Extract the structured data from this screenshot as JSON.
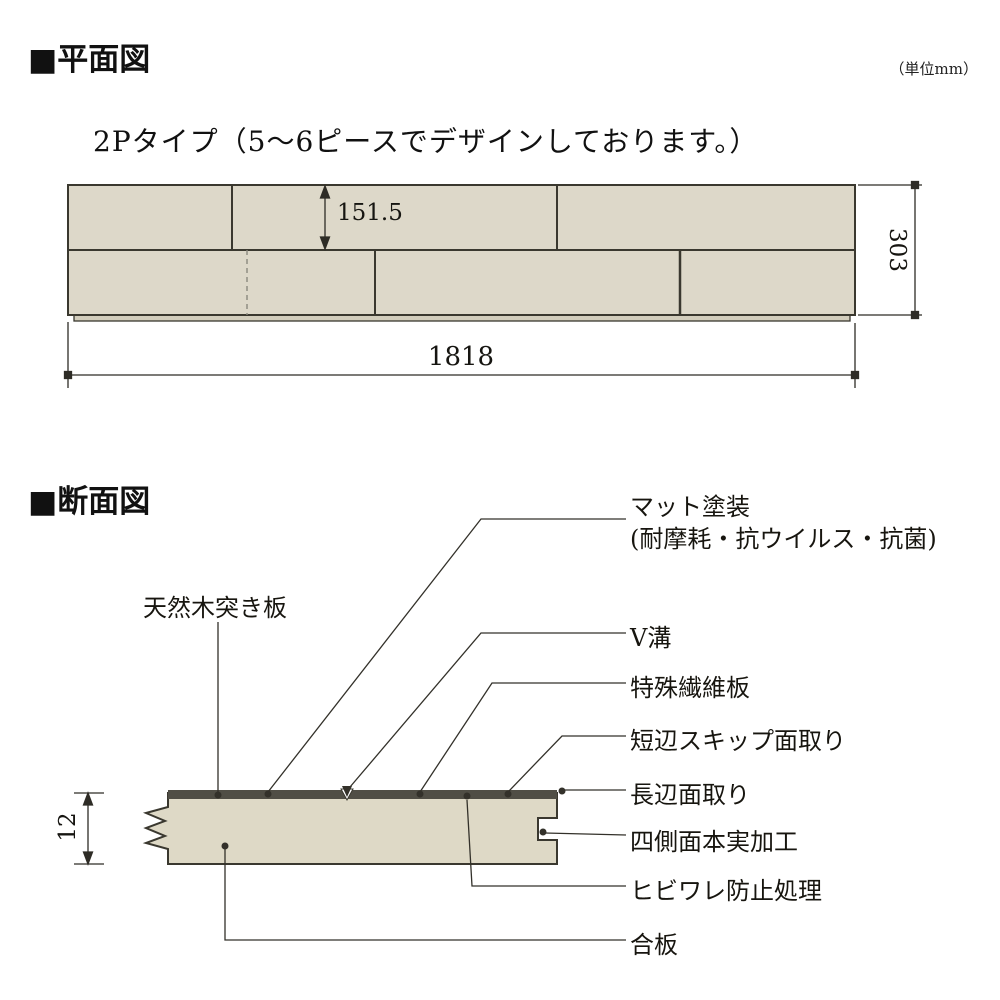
{
  "page": {
    "unit_note": "（単位mm）",
    "colors": {
      "plank_fill": "#ddd8c9",
      "plank_edge_strip": "#d2cdbc",
      "outline": "#3a382f",
      "veneer_band": "#504e45",
      "text": "#17150f"
    }
  },
  "plan_view": {
    "heading": "■平面図",
    "subtitle": "2Pタイプ（5〜6ピースでデザインしております。）",
    "dimensions": {
      "piece_width": "151.5",
      "total_width": "303",
      "total_length": "1818"
    }
  },
  "cross_section": {
    "heading": "■断面図",
    "dimensions": {
      "thickness": "12"
    },
    "labels": {
      "veneer": "天然木突き板",
      "coating_line1": "マット塗装",
      "coating_line2": "(耐摩耗・抗ウイルス・抗菌)",
      "v_groove": "V溝",
      "fiberboard": "特殊繊維板",
      "short_edge_chamfer": "短辺スキップ面取り",
      "long_edge_chamfer": "長辺面取り",
      "tongue_and_groove": "四側面本実加工",
      "crack_prevention": "ヒビワレ防止処理",
      "plywood": "合板"
    }
  }
}
